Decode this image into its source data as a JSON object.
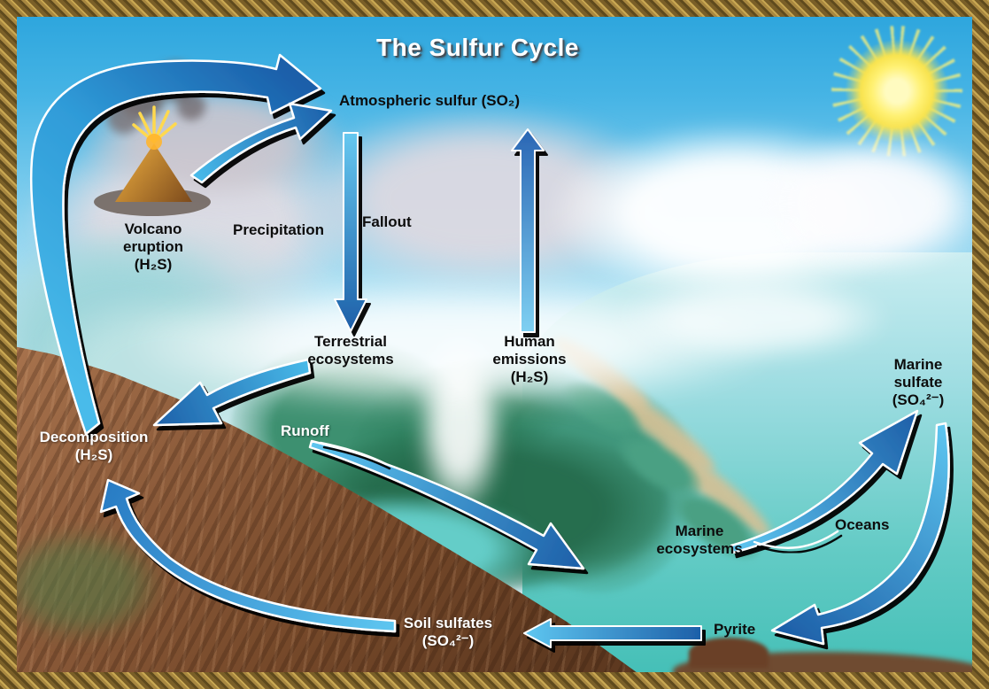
{
  "diagram": {
    "title": "The Sulfur Cycle",
    "nodes": {
      "atmospheric_sulfur": {
        "text": "Atmospheric sulfur (SO₂)",
        "color": "black"
      },
      "volcano_eruption": {
        "text": "Volcano\neruption\n(H₂S)",
        "color": "black"
      },
      "precipitation": {
        "text": "Precipitation",
        "color": "black"
      },
      "fallout": {
        "text": "Fallout",
        "color": "black"
      },
      "terrestrial_ecosystems": {
        "text": "Terrestrial\necosystems",
        "color": "black"
      },
      "human_emissions": {
        "text": "Human\nemissions\n(H₂S)",
        "color": "black"
      },
      "marine_sulfate": {
        "text": "Marine\nsulfate\n(SO₄²⁻)",
        "color": "black"
      },
      "decomposition": {
        "text": "Decomposition\n(H₂S)",
        "color": "white"
      },
      "runoff": {
        "text": "Runoff",
        "color": "white"
      },
      "marine_ecosystems": {
        "text": "Marine\necosystems",
        "color": "black"
      },
      "oceans": {
        "text": "Oceans",
        "color": "black"
      },
      "soil_sulfates": {
        "text": "Soil sulfates\n(SO₄²⁻)",
        "color": "white"
      },
      "pyrite": {
        "text": "Pyrite",
        "color": "black"
      }
    },
    "flows": [
      {
        "from": "volcano_eruption",
        "to": "atmospheric_sulfur"
      },
      {
        "from": "decomposition",
        "to": "atmospheric_sulfur"
      },
      {
        "from": "atmospheric_sulfur",
        "to": "terrestrial_ecosystems",
        "label": "Fallout"
      },
      {
        "from": "human_emissions",
        "to": "atmospheric_sulfur"
      },
      {
        "from": "terrestrial_ecosystems",
        "to": "decomposition"
      },
      {
        "from": "terrestrial_ecosystems",
        "to": "marine_ecosystems",
        "label": "Runoff"
      },
      {
        "from": "oceans",
        "to": "marine_sulfate"
      },
      {
        "from": "marine_sulfate",
        "to": "pyrite"
      },
      {
        "from": "pyrite",
        "to": "soil_sulfates"
      },
      {
        "from": "soil_sulfates",
        "to": "decomposition"
      }
    ],
    "colors": {
      "arrow_light": "#5ec6f0",
      "arrow_dark": "#1b5ea9",
      "sky": "#29a3dc",
      "ocean": "#55c6c0",
      "mountain_brown": "#8a5a3a",
      "forest_green": "#2f8260",
      "frame_brown": "#8a6d2f",
      "sun_yellow": "#f8e34e",
      "label_black": "#0d0d0d",
      "label_white": "#ffffff"
    }
  }
}
